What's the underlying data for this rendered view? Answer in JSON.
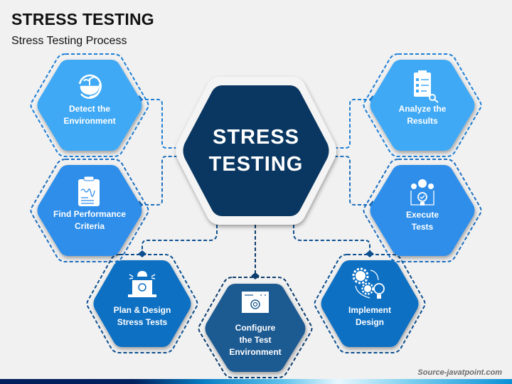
{
  "header": {
    "title": "STRESS TESTING",
    "subtitle": "Stress Testing Process"
  },
  "center": {
    "line1": "STRESS",
    "line2": "TESTING",
    "color": "#0a3761"
  },
  "nodes": [
    {
      "id": "detect",
      "line1": "Detect the",
      "line2": "Environment",
      "line3": "",
      "icon": "plant-cycle-icon",
      "color": "#3fa9f5"
    },
    {
      "id": "find",
      "line1": "Find Performance",
      "line2": "Criteria",
      "line3": "",
      "icon": "clipboard-wave-icon",
      "color": "#2f8eea"
    },
    {
      "id": "plan",
      "line1": "Plan & Design",
      "line2": "Stress Tests",
      "line3": "",
      "icon": "laptop-gear-icon",
      "color": "#0b6fc3"
    },
    {
      "id": "configure",
      "line1": "Configure",
      "line2": "the Test",
      "line3": "Environment",
      "icon": "browser-gear-icon",
      "color": "#1d5a92"
    },
    {
      "id": "implement",
      "line1": "Implement",
      "line2": "Design",
      "line3": "",
      "icon": "gears-bulb-icon",
      "color": "#0b6fc3"
    },
    {
      "id": "execute",
      "line1": "Execute",
      "line2": "Tests",
      "line3": "",
      "icon": "gears-idea-icon",
      "color": "#2f8eea"
    },
    {
      "id": "analyze",
      "line1": "Analyze the",
      "line2": "Results",
      "line3": "",
      "icon": "checklist-search-icon",
      "color": "#3fa9f5"
    }
  ],
  "footer": {
    "source": "Source-javatpoint.com"
  }
}
